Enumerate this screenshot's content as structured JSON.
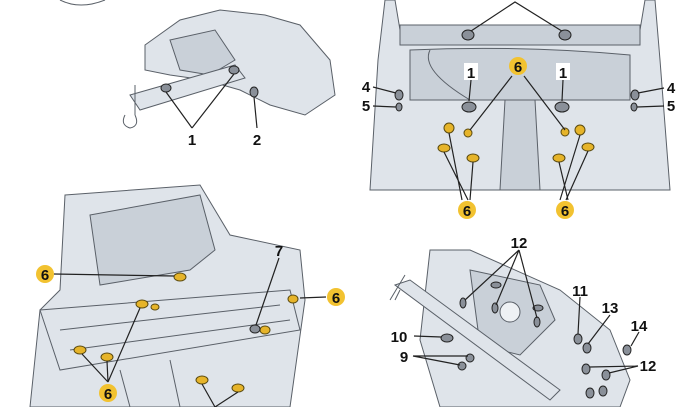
{
  "diagram": {
    "colors": {
      "badge": "#f2c230",
      "body_shade": "#dfe4ea",
      "plug": "#8a9099",
      "yellow_plug": "#e6b42a"
    },
    "top_left": {
      "callouts": [
        "1",
        "2"
      ]
    },
    "top_right": {
      "callouts": [
        "4",
        "5",
        "1",
        "6",
        "1",
        "4",
        "5",
        "6",
        "6"
      ]
    },
    "bottom_left": {
      "callouts": [
        "6",
        "7",
        "6",
        "6"
      ]
    },
    "bottom_right": {
      "callouts": [
        "12",
        "11",
        "13",
        "14",
        "10",
        "9",
        "12"
      ]
    }
  }
}
